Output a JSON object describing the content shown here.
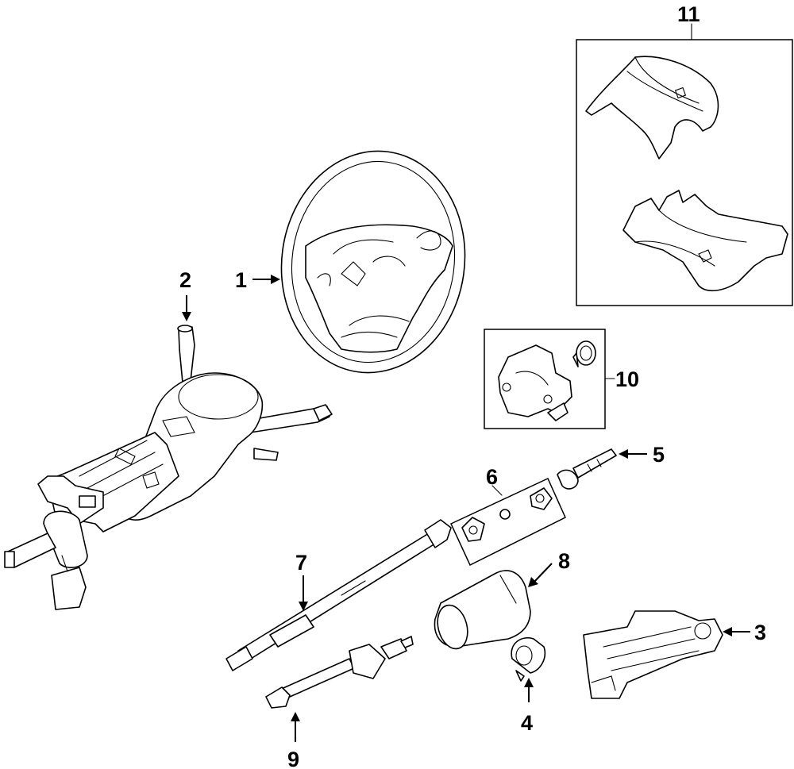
{
  "diagram": {
    "callouts": [
      {
        "id": "1",
        "text": "1"
      },
      {
        "id": "2",
        "text": "2"
      },
      {
        "id": "3",
        "text": "3"
      },
      {
        "id": "4",
        "text": "4"
      },
      {
        "id": "5",
        "text": "5"
      },
      {
        "id": "6",
        "text": "6"
      },
      {
        "id": "7",
        "text": "7"
      },
      {
        "id": "8",
        "text": "8"
      },
      {
        "id": "9",
        "text": "9"
      },
      {
        "id": "10",
        "text": "10"
      },
      {
        "id": "11",
        "text": "11"
      }
    ],
    "parts": [
      "steering-wheel",
      "combination-switch",
      "column-housing",
      "bearing",
      "upper-shaft",
      "bushing-kit",
      "intermediate-shaft",
      "lock-cylinder-housing",
      "lower-shaft",
      "lock-housing-kit",
      "column-covers"
    ]
  }
}
